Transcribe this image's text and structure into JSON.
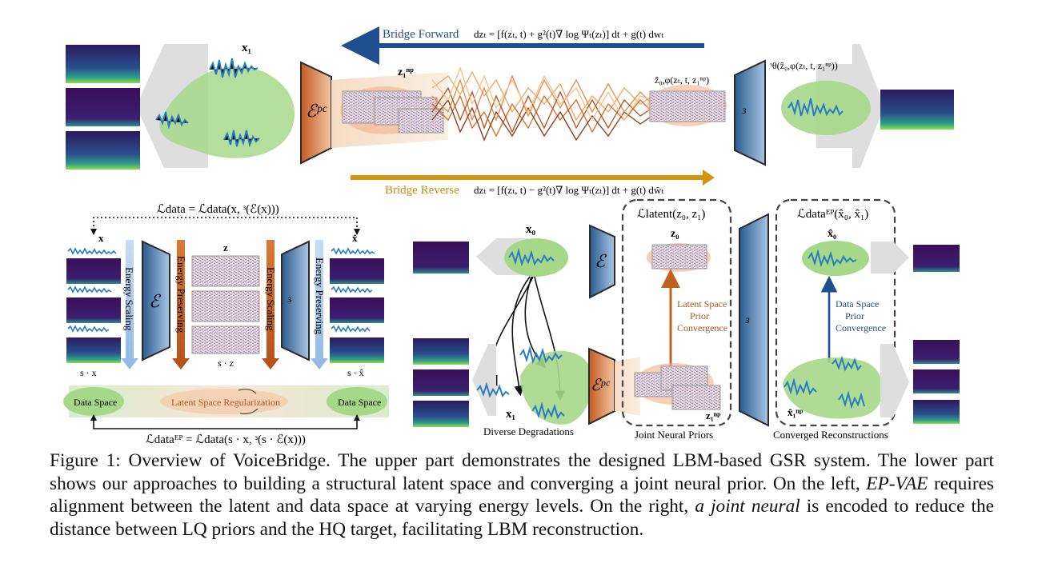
{
  "figure": {
    "top": {
      "bridge_forward": "Bridge Forward",
      "bridge_reverse": "Bridge Reverse",
      "eq_forward": "dzₜ = [f(zₜ, t) + g²(t)∇ log Ψₜ(zₜ)] dt + g(t) dwₜ",
      "eq_reverse": "dzₜ = [f(zₜ, t) − g²(t)∇ log Ψₜ(zₜ)] dt + g(t) dw̄ₜ",
      "x1": "x₁",
      "z1np": "z₁ⁿᵖ",
      "enc_pc": "ℰᵖᶜ",
      "dec": "ᶟ",
      "zhat": "ẑ₀,φ(zₜ, t, z₁ⁿᵖ)",
      "dhat": "ᶟθ(ẑ₀,φ(zₜ, t, z₁ⁿᵖ))"
    },
    "left": {
      "loss_data": "ℒdata = ℒdata(x, ᶟ(ℰ(x)))",
      "loss_ep": "ℒdataᴱᴾ = ℒdata(s · x, ᶟ(s · ℰ(x)))",
      "x": "x",
      "xhat": "x̂",
      "sx": "s · x",
      "sxhat": "s · x̂",
      "z": "z",
      "sz": "s · z",
      "enc": "ℰ",
      "dec": "ᶟ",
      "energy_scaling": "Energy Scaling",
      "energy_preserving": "Energy Preserving",
      "data_space": "Data Space",
      "latent_reg": "Latent Space Regularization"
    },
    "right": {
      "x0": "x₀",
      "x1": "x₁",
      "z0": "z₀",
      "x0hat": "x̂₀",
      "x1hat": "x̂₁ⁿᵖ",
      "z1np": "z₁ⁿᵖ",
      "loss_latent": "ℒlatent(z₀, z₁)",
      "loss_data_ep": "ℒdataᴱᴾ(x̂₀, x̂₁)",
      "latent_conv": [
        "Latent Space",
        "Prior",
        "Convergence"
      ],
      "data_conv": [
        "Data Space",
        "Prior",
        "Convergence"
      ],
      "diverse": "Diverse Degradations",
      "joint": "Joint Neural Priors",
      "converged": "Converged Reconstructions",
      "enc": "ℰ",
      "enc_pc": "ℰᵖᶜ",
      "dec": "ᶟ"
    }
  },
  "caption": {
    "lead": "Figure 1: Overview of VoiceBridge. The upper part demonstrates the designed LBM-based GSR system. The lower part shows our approaches to building a structural latent space and converging a joint neural prior. On the left, ",
    "ep_vae": "EP-VAE",
    "mid": " requires alignment between the latent and data space at varying energy levels. On the right, ",
    "joint_neural": "a joint neural",
    "tail": " is encoded to reduce the distance between LQ priors and the HQ target, facilitating LBM reconstruction."
  },
  "colors": {
    "blue_arrow": "#1f4f8f",
    "gold_arrow": "#d6940e",
    "orange": "#d46a2c",
    "green_blob": "#a6d88a",
    "wave_blue": "#2a7cc2",
    "spec_purple": "#3b1f66"
  }
}
